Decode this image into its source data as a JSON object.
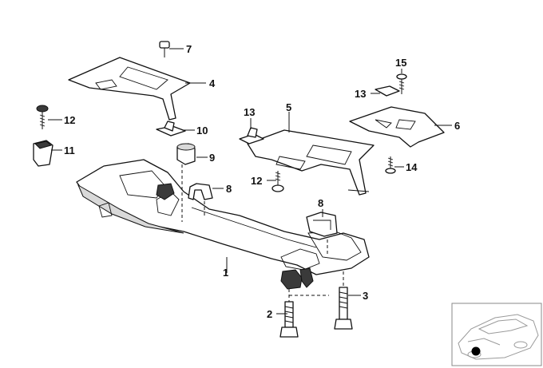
{
  "callouts": [
    {
      "id": "c1",
      "label": "1"
    },
    {
      "id": "c2",
      "label": "2"
    },
    {
      "id": "c3",
      "label": "3"
    },
    {
      "id": "c4",
      "label": "4"
    },
    {
      "id": "c5",
      "label": "5"
    },
    {
      "id": "c6",
      "label": "6"
    },
    {
      "id": "c7",
      "label": "7"
    },
    {
      "id": "c8a",
      "label": "8"
    },
    {
      "id": "c8b",
      "label": "8"
    },
    {
      "id": "c9",
      "label": "9"
    },
    {
      "id": "c10",
      "label": "10"
    },
    {
      "id": "c11",
      "label": "11"
    },
    {
      "id": "c12a",
      "label": "12"
    },
    {
      "id": "c12b",
      "label": "12"
    },
    {
      "id": "c13a",
      "label": "13"
    },
    {
      "id": "c13b",
      "label": "13"
    },
    {
      "id": "c14",
      "label": "14"
    },
    {
      "id": "c15",
      "label": "15"
    }
  ]
}
